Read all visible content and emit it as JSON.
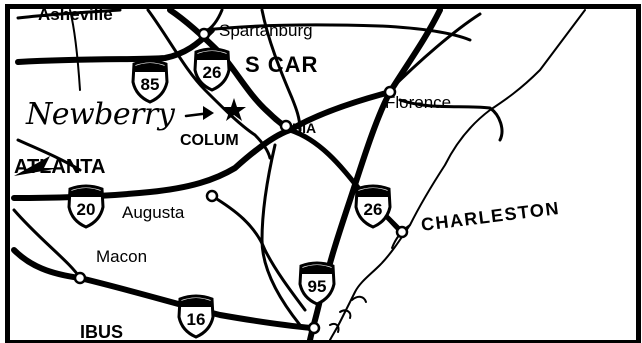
{
  "map": {
    "states": {
      "south_carolina": "S CAR",
      "alabama_fragment": "ATLANTA",
      "bottom_fragment": "IBUS"
    },
    "cities": {
      "asheville": "Asheville",
      "spartanburg": "Spartanburg",
      "columbia_left": "COLUM",
      "columbia_right": "BIA",
      "florence": "Florence",
      "atlanta": "ATLANTA",
      "augusta": "Augusta",
      "macon": "Macon",
      "charleston": "CHARLESTON"
    },
    "highlight": {
      "label": "Newberry",
      "arrow": "→",
      "marker": "star-marker"
    },
    "interstates": {
      "i85": "85",
      "i26_north": "26",
      "i20": "20",
      "i26_south": "26",
      "i95": "95",
      "i16": "16"
    },
    "colors": {
      "ink": "#000000",
      "paper": "#ffffff"
    }
  }
}
